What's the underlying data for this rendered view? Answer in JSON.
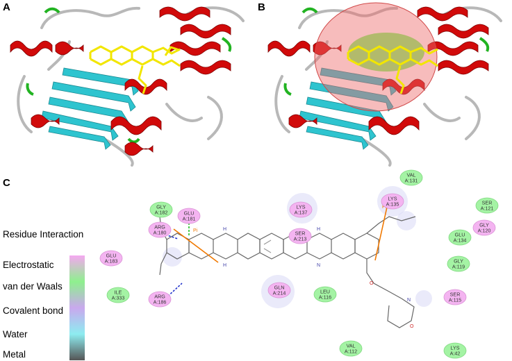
{
  "panels": {
    "a_label": "A",
    "b_label": "B",
    "c_label": "C"
  },
  "legend": {
    "title": "Residue Interaction",
    "items": [
      {
        "label": "Electrostatic",
        "color": "#f4a8f0"
      },
      {
        "label": "van der Waals",
        "color": "#8ef08e"
      },
      {
        "label": "Covalent bond",
        "color": "#c9a8ee"
      },
      {
        "label": "Water",
        "color": "#8eecf0"
      },
      {
        "label": "Metal",
        "color": "#555555"
      }
    ]
  },
  "residues": [
    {
      "id": "val131",
      "name": "VAL",
      "num": "A:131",
      "type": "vdw"
    },
    {
      "id": "lys135",
      "name": "LYS",
      "num": "A:135",
      "type": "elec"
    },
    {
      "id": "ser121",
      "name": "SER",
      "num": "A:121",
      "type": "vdw"
    },
    {
      "id": "gly182",
      "name": "GLY",
      "num": "A:182",
      "type": "vdw"
    },
    {
      "id": "glu181",
      "name": "GLU",
      "num": "A:181",
      "type": "elec"
    },
    {
      "id": "lys137",
      "name": "LYS",
      "num": "A:137",
      "type": "elec"
    },
    {
      "id": "gly120",
      "name": "GLY",
      "num": "A:120",
      "type": "elec"
    },
    {
      "id": "arg180",
      "name": "ARG",
      "num": "A:180",
      "type": "elec"
    },
    {
      "id": "glu134",
      "name": "GLU",
      "num": "A:134",
      "type": "vdw"
    },
    {
      "id": "ser213",
      "name": "SER",
      "num": "A:213",
      "type": "elec"
    },
    {
      "id": "glu183",
      "name": "GLU",
      "num": "A:183",
      "type": "elec"
    },
    {
      "id": "gly119",
      "name": "GLY",
      "num": "A:119",
      "type": "vdw"
    },
    {
      "id": "ile333",
      "name": "ILE",
      "num": "A:333",
      "type": "vdw"
    },
    {
      "id": "arg186",
      "name": "ARG",
      "num": "A:186",
      "type": "elec"
    },
    {
      "id": "gln214",
      "name": "GLN",
      "num": "A:214",
      "type": "elec"
    },
    {
      "id": "leu116",
      "name": "LEU",
      "num": "A:116",
      "type": "vdw"
    },
    {
      "id": "ser115",
      "name": "SER",
      "num": "A:115",
      "type": "elec"
    },
    {
      "id": "val112",
      "name": "VAL",
      "num": "A:112",
      "type": "vdw"
    },
    {
      "id": "lys42",
      "name": "LYS",
      "num": "A:42",
      "type": "vdw"
    }
  ],
  "interaction_labels": {
    "pi_a": "Pi",
    "pi_b": "Pi",
    "atom_h": "H",
    "atom_n": "N",
    "atom_o": "O"
  },
  "colors": {
    "helix": "#d10a0a",
    "sheet": "#2ec4cf",
    "loop": "#b8b8b8",
    "turn": "#22b322",
    "ligand": "#f2e600",
    "pocket": "#ee6a6a",
    "hbond_green": "#22c022",
    "hbond_blue": "#2233cc",
    "pi_bond": "#f07800"
  }
}
